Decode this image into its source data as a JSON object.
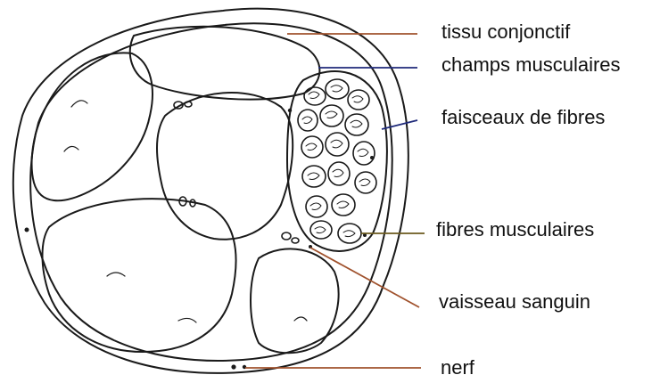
{
  "labels": {
    "tissu_conjonctif": "tissu conjonctif",
    "champs_musculaires": "champs musculaires",
    "faisceaux_de_fibres": "faisceaux de fibres",
    "fibres_musculaires": "fibres musculaires",
    "vaisseau_sanguin": "vaisseau sanguin",
    "nerf": "nerf"
  },
  "colors": {
    "outline": "#1a1a1a",
    "leader_tissu": "#a0522d",
    "leader_champs": "#1f2a7a",
    "leader_faisceaux": "#1f2a7a",
    "leader_fibres": "#6b5a1e",
    "leader_vaisseau": "#a0522d",
    "leader_nerf": "#a0522d"
  }
}
